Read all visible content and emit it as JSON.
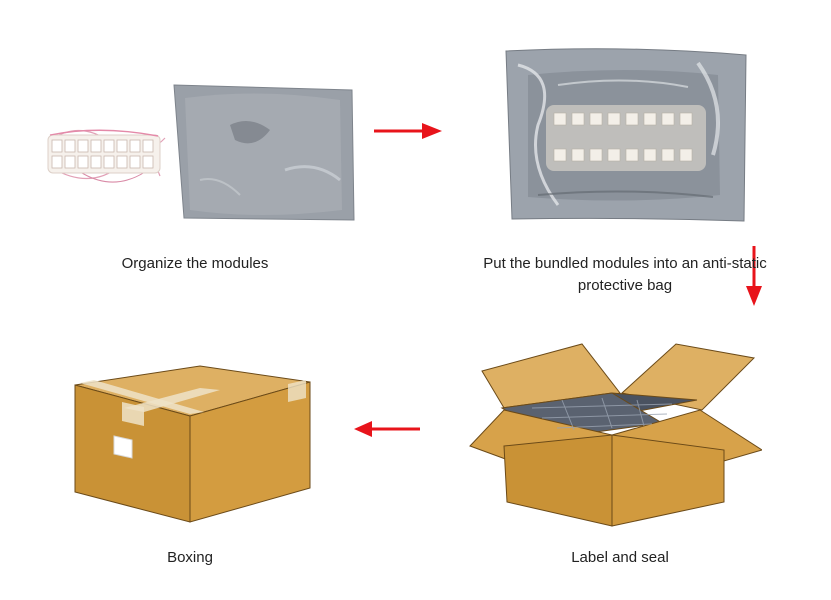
{
  "steps": [
    {
      "id": "organize",
      "label": "Organize the modules"
    },
    {
      "id": "bag",
      "label": "Put the bundled modules into an anti-static protective bag"
    },
    {
      "id": "label",
      "label": "Label and seal"
    },
    {
      "id": "boxing",
      "label": "Boxing"
    }
  ],
  "colors": {
    "arrow": "#e8141b",
    "box_front": "#c99236",
    "box_side": "#d7a24a",
    "box_top": "#deb063",
    "box_outline": "#6b4a18",
    "tape": "#efe3c8",
    "bag": "#9aa0a8"
  }
}
